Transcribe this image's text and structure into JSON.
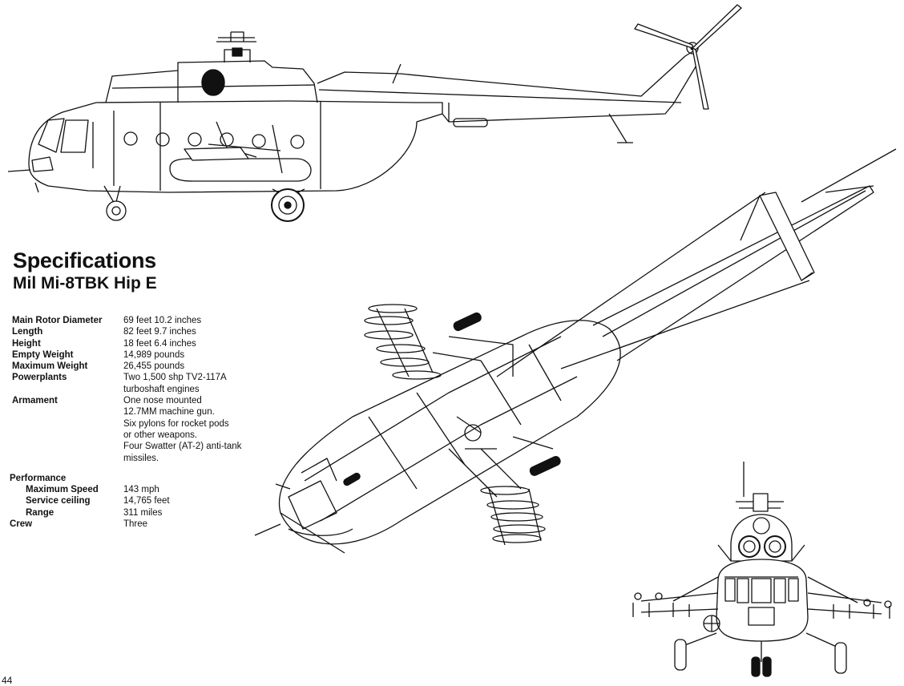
{
  "heading": {
    "title": "Specifications",
    "subtitle": "Mil Mi-8TBK Hip E"
  },
  "specs": [
    {
      "label": "Main Rotor Diameter",
      "value": "69 feet 10.2 inches",
      "indent": 0
    },
    {
      "label": "Length",
      "value": "82 feet 9.7 inches",
      "indent": 0
    },
    {
      "label": "Height",
      "value": "18 feet 6.4 inches",
      "indent": 0
    },
    {
      "label": "Empty Weight",
      "value": "14,989 pounds",
      "indent": 0
    },
    {
      "label": "Maximum Weight",
      "value": "26,455 pounds",
      "indent": 0
    },
    {
      "label": "Powerplants",
      "value": "Two 1,500 shp TV2-117A",
      "indent": 0
    },
    {
      "label": "",
      "value": "turboshaft engines",
      "indent": 0
    },
    {
      "label": "Armament",
      "value": "One nose mounted",
      "indent": 0
    },
    {
      "label": "",
      "value": "12.7MM machine gun.",
      "indent": 0
    },
    {
      "label": "",
      "value": "Six pylons for rocket pods",
      "indent": 0
    },
    {
      "label": "",
      "value": "or other weapons.",
      "indent": 0
    },
    {
      "label": "",
      "value": "Four Swatter (AT-2) anti-tank",
      "indent": 0
    },
    {
      "label": "",
      "value": "missiles.",
      "indent": 0
    },
    {
      "gap": true
    },
    {
      "label": "Performance",
      "value": "",
      "indent": 1
    },
    {
      "label": "Maximum Speed",
      "value": "143 mph",
      "indent": 2
    },
    {
      "label": "Service ceiling",
      "value": "14,765 feet",
      "indent": 2
    },
    {
      "label": "Range",
      "value": "311 miles",
      "indent": 2
    },
    {
      "label": "Crew",
      "value": "Three",
      "indent": 1
    }
  ],
  "page_number": "44"
}
